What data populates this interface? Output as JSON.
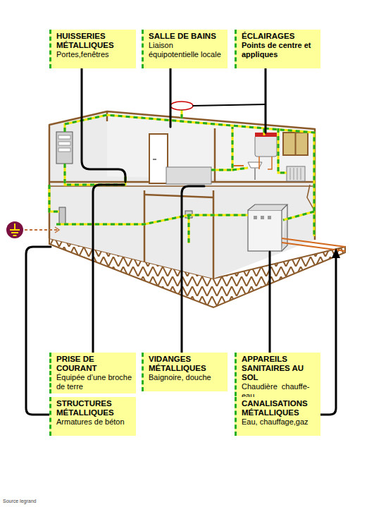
{
  "diagram": {
    "nodes": [
      {
        "text": [
          "HUISSERIES MÉTALLIQUES",
          "Portes,fenêtres"
        ]
      },
      {
        "text": [
          "SALLE DE BAINS",
          "Liaison équipotentielle locale"
        ]
      },
      {
        "text": [
          "ÉCLAIRAGES",
          "Points de centre et appliques"
        ]
      },
      {
        "text": [
          "PRISE DE COURANT",
          "Équipée d’une broche de terre"
        ]
      },
      {
        "text": [
          "VIDANGES MÉTALLIQUES",
          "Baignoire, douche"
        ]
      },
      {
        "text": [
          "APPAREILS SANITAIRES AU SOL",
          "Chaudière  chauffe-eau"
        ]
      },
      {
        "text": [
          "STRUCTURES MÉTALLIQUES",
          "Armatures de béton"
        ]
      },
      {
        "text": [
          "CANALISATIONS MÉTALLIQUES",
          "Eau, chauffage,gaz"
        ]
      }
    ],
    "labels": [
      "Source legrand"
    ]
  }
}
